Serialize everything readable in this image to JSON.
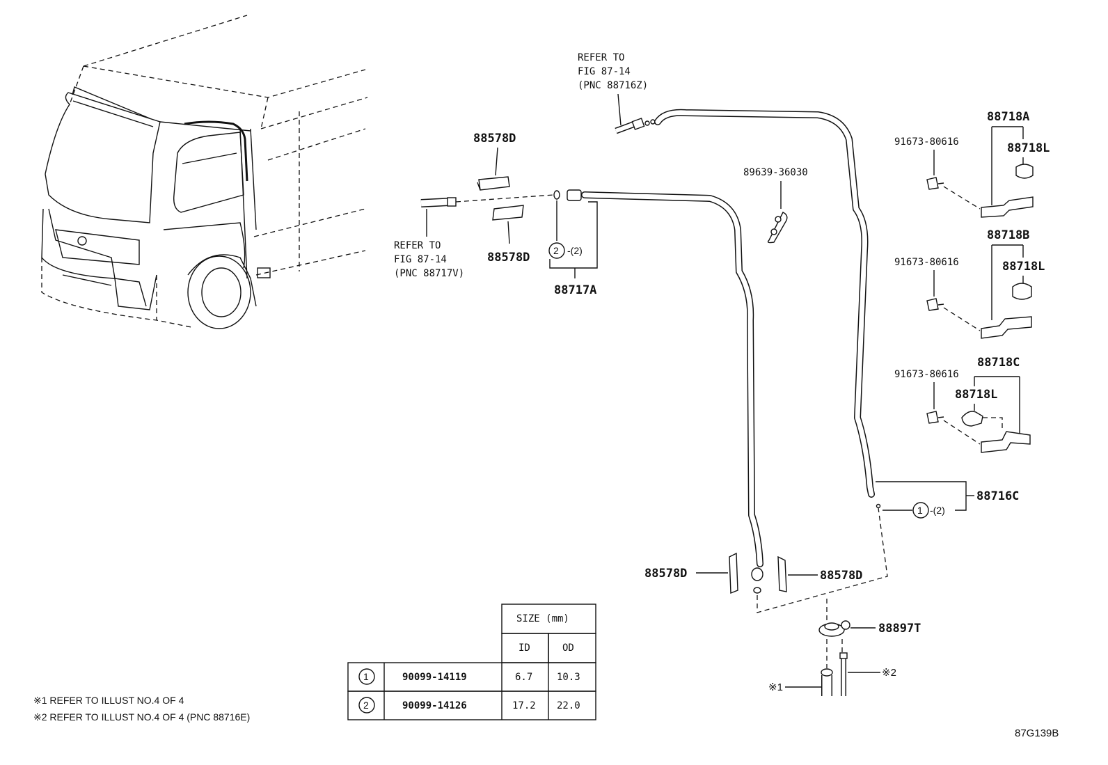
{
  "labels": {
    "refer_top": [
      "REFER TO",
      "FIG 87-14",
      "(PNC 88716Z)"
    ],
    "refer_left": [
      "REFER TO",
      "FIG 87-14",
      "(PNC 88717V)"
    ],
    "p88578d_top": "88578D",
    "p88578d_mid": "88578D",
    "p88578d_left": "88578D",
    "p88578d_right": "88578D",
    "p88717a": "88717A",
    "p89639": "89639-36030",
    "p88716c": "88716C",
    "p88897t": "88897T",
    "p88718a": "88718A",
    "p88718b": "88718B",
    "p88718c": "88718C",
    "p88718l_a": "88718L",
    "p88718l_b": "88718L",
    "p88718l_c": "88718L",
    "bolt_a": "91673-80616",
    "bolt_b": "91673-80616",
    "bolt_c": "91673-80616",
    "callout_qty_1": "-(2)",
    "callout_qty_2": "-(2)",
    "ref_mark_1": "※1",
    "ref_mark_2": "※2",
    "circle_1": "1",
    "circle_2": "2"
  },
  "table": {
    "size_header": "SIZE (mm)",
    "col_id": "ID",
    "col_od": "OD",
    "rows": [
      {
        "mark": "1",
        "part": "90099-14119",
        "id": "6.7",
        "od": "10.3"
      },
      {
        "mark": "2",
        "part": "90099-14126",
        "id": "17.2",
        "od": "22.0"
      }
    ]
  },
  "notes": [
    "※1 REFER TO ILLUST NO.4 OF 4",
    "※2 REFER TO ILLUST NO.4 OF 4 (PNC 88716E)"
  ],
  "figure_code": "87G139B"
}
